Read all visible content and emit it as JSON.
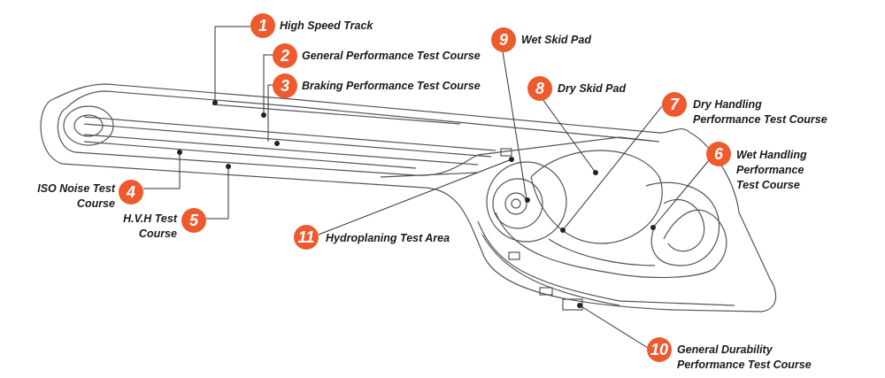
{
  "accent_color": "#ee5a2d",
  "callouts": [
    {
      "id": "1",
      "number": "1",
      "line1": "High Speed Track",
      "line2": ""
    },
    {
      "id": "2",
      "number": "2",
      "line1": "General Performance Test Course",
      "line2": ""
    },
    {
      "id": "3",
      "number": "3",
      "line1": "Braking Performance Test Course",
      "line2": ""
    },
    {
      "id": "4",
      "number": "4",
      "line1": "ISO Noise Test",
      "line2": "Course"
    },
    {
      "id": "5",
      "number": "5",
      "line1": "H.V.H Test",
      "line2": "Course"
    },
    {
      "id": "6",
      "number": "6",
      "line1": "Wet Handling",
      "line2": "Performance",
      "line3": "Test Course"
    },
    {
      "id": "7",
      "number": "7",
      "line1": "Dry Handling",
      "line2": "Performance Test Course"
    },
    {
      "id": "8",
      "number": "8",
      "line1": "Dry Skid Pad",
      "line2": ""
    },
    {
      "id": "9",
      "number": "9",
      "line1": "Wet Skid Pad",
      "line2": ""
    },
    {
      "id": "10",
      "number": "10",
      "line1": "General Durability",
      "line2": "Performance Test Course"
    },
    {
      "id": "11",
      "number": "11",
      "line1": "Hydroplaning Test Area",
      "line2": ""
    }
  ]
}
